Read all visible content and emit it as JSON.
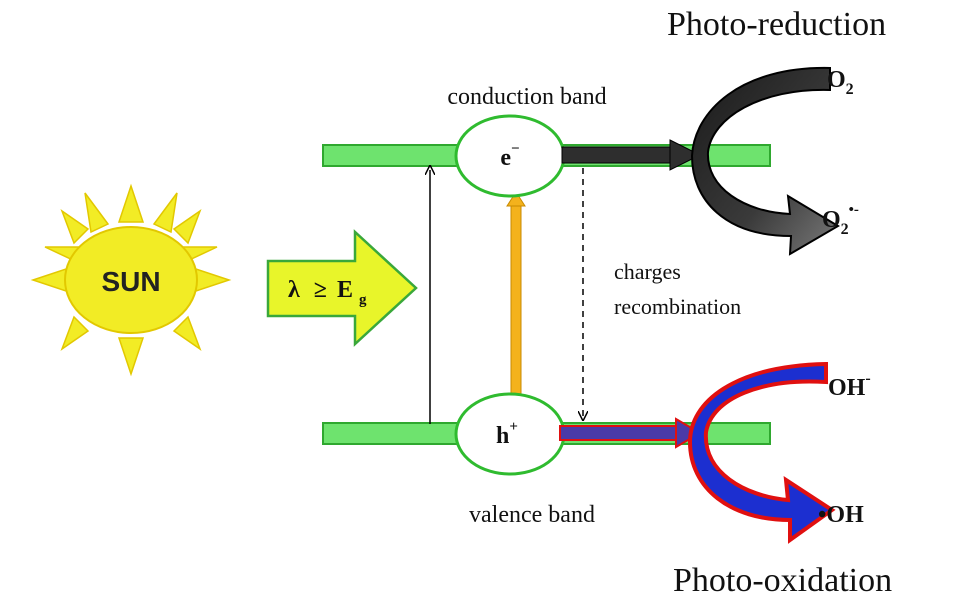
{
  "title_top": "Photo-reduction",
  "title_bottom": "Photo-oxidation",
  "sun_label": "SUN",
  "lambda_label": {
    "lambda": "λ",
    "geq": "≥",
    "E": "E",
    "sub": "g"
  },
  "conduction_band": "conduction band",
  "valence_band": "valence band",
  "electron": {
    "base": "e",
    "sup": "−"
  },
  "hole": {
    "base": "h",
    "sup": "+"
  },
  "recombination": {
    "line1": "charges",
    "line2": "recombination"
  },
  "o2": {
    "base": "O",
    "sub": "2"
  },
  "o2_radical": {
    "base": "O",
    "sub": "2",
    "sup": "•-"
  },
  "oh_minus": {
    "base": "OH",
    "sup": "-"
  },
  "oh_radical": "•OH",
  "colors": {
    "band_fill": "#6ee36e",
    "band_stroke": "#2fa82f",
    "sun_fill": "#f2ec25",
    "sun_stroke": "#e2c800",
    "excite_arrow": "#f4b21c",
    "reduction_arrow": "#2e2e2e",
    "oxidation_fill": "#1c2fd0",
    "oxidation_stroke": "#e01010",
    "lambda_fill": "#e8f52a",
    "lambda_stroke": "#3aa83a"
  }
}
